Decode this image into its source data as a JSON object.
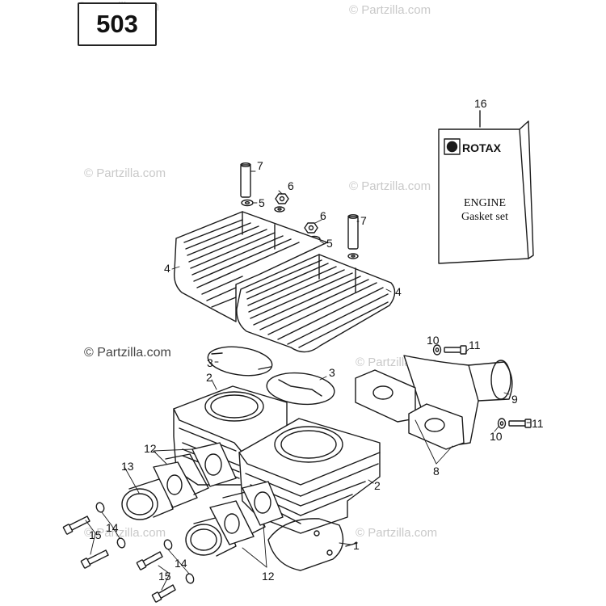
{
  "model_label": "503",
  "watermark": "© Partzilla.com",
  "gasket_manual": {
    "brand": "ROTAX",
    "title_line1": "ENGINE",
    "title_line2": "Gasket set"
  },
  "callouts": {
    "c16": "16",
    "c7a": "7",
    "c6a": "6",
    "c5a": "5",
    "c6b": "6",
    "c7b": "7",
    "c5b": "5",
    "c4a": "4",
    "c4b": "4",
    "c3a": "3",
    "c3b": "3",
    "c2a": "2",
    "c2b": "2",
    "c10a": "10",
    "c11a": "11",
    "c9": "9",
    "c11b": "11",
    "c10b": "10",
    "c8": "8",
    "c12a": "12",
    "c13": "13",
    "c14a": "14",
    "c15a": "15",
    "c14b": "14",
    "c15b": "15",
    "c1": "1",
    "c12b": "12"
  },
  "colors": {
    "line": "#1a1a1a",
    "watermark": "#c9c9c9",
    "background": "#ffffff"
  }
}
